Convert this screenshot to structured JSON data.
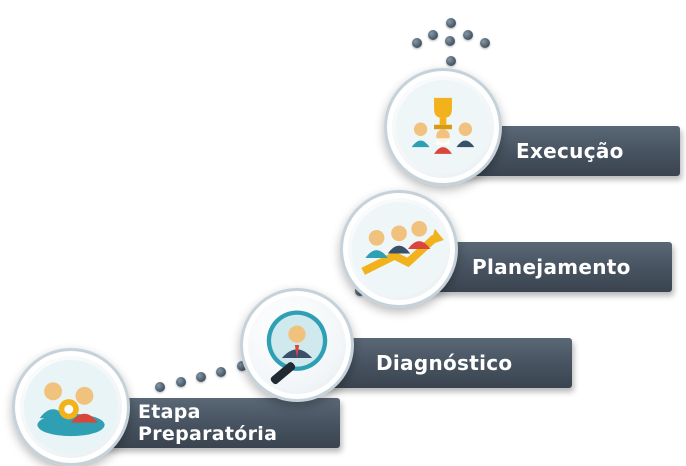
{
  "steps": [
    {
      "label": "Etapa Preparatória",
      "line1": "Etapa",
      "line2": "Preparatória",
      "icon": "team-meeting-icon"
    },
    {
      "label": "Diagnóstico",
      "icon": "magnifier-person-icon"
    },
    {
      "label": "Planejamento",
      "icon": "team-growth-arrow-icon"
    },
    {
      "label": "Execução",
      "icon": "trophy-team-icon"
    }
  ],
  "colors": {
    "label_bg": "#4b5763",
    "label_text": "#ffffff",
    "circle_border": "#c6d2da",
    "dot": "#4c5c6b",
    "accent_teal": "#2f9fb3",
    "accent_yellow": "#f2b21b",
    "accent_red": "#d9473c"
  }
}
